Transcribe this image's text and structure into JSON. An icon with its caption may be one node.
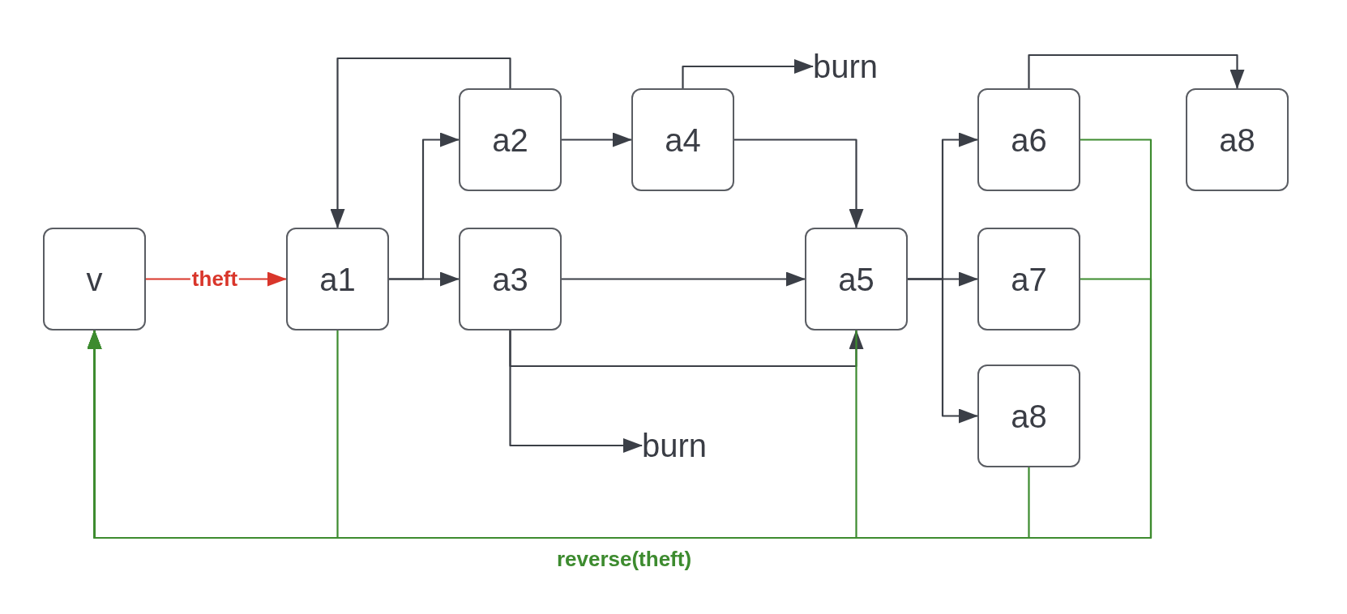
{
  "diagram": {
    "nodes": [
      {
        "text": [
          "v"
        ]
      },
      {
        "text": [
          "a1"
        ]
      },
      {
        "text": [
          "a2"
        ]
      },
      {
        "text": [
          "a4"
        ]
      },
      {
        "text": [
          "burn"
        ]
      },
      {
        "text": [
          "a6"
        ]
      },
      {
        "text": [
          "a8"
        ]
      },
      {
        "text": [
          "a3"
        ]
      },
      {
        "text": [
          "a5"
        ]
      },
      {
        "text": [
          "a7"
        ]
      },
      {
        "text": [
          "a8"
        ]
      },
      {
        "text": [
          "burn"
        ]
      }
    ],
    "edges": [
      {
        "from": 0,
        "to": 1,
        "arrow": "to",
        "label": "theft",
        "color": "#d9362b"
      },
      {
        "from": 1,
        "to": 2,
        "arrow": "to"
      },
      {
        "from": 1,
        "to": 7,
        "arrow": "to"
      },
      {
        "from": 2,
        "to": 1,
        "arrow": "to"
      },
      {
        "from": 2,
        "to": 3,
        "arrow": "to"
      },
      {
        "from": 3,
        "to": 4,
        "arrow": "to"
      },
      {
        "from": 3,
        "to": 8,
        "arrow": "to"
      },
      {
        "from": 7,
        "to": 8,
        "arrow": "to"
      },
      {
        "from": 7,
        "to": 8,
        "arrow": "to"
      },
      {
        "from": 7,
        "to": 11,
        "arrow": "to"
      },
      {
        "from": 8,
        "to": 5,
        "arrow": "to"
      },
      {
        "from": 8,
        "to": 9,
        "arrow": "to"
      },
      {
        "from": 8,
        "to": 10,
        "arrow": "to"
      },
      {
        "from": 5,
        "to": 6,
        "arrow": "to"
      },
      {
        "from": 1,
        "to": 0,
        "arrow": "to",
        "color": "#3d8b2f"
      },
      {
        "from": 8,
        "to": 0,
        "arrow": "to",
        "label": "reverse(theft)",
        "color": "#3d8b2f"
      },
      {
        "from": 5,
        "to": 0,
        "arrow": "to",
        "color": "#3d8b2f"
      },
      {
        "from": 9,
        "to": 0,
        "arrow": "to",
        "color": "#3d8b2f"
      },
      {
        "from": 10,
        "to": 0,
        "arrow": "to",
        "color": "#3d8b2f"
      }
    ]
  }
}
